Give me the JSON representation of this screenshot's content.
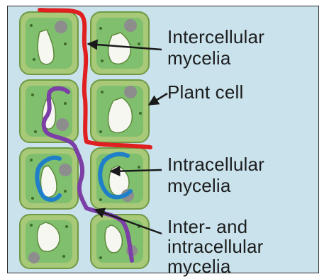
{
  "labels": {
    "intercellular_line1": "Intercellular",
    "intercellular_line2": "mycelia",
    "plant_cell": "Plant cell",
    "intracellular_line1": "Intracellular",
    "intracellular_line2": "mycelia",
    "inter_intra_line1": "Inter- and",
    "inter_intra_line2": "intracellular",
    "inter_intra_line3": "mycelia"
  },
  "colors": {
    "background": "#c9e2ec",
    "cell_wall": "#a8c978",
    "cytoplasm": "#7fbf6e",
    "nucleus": "#8d8d8d",
    "vacuole": "#f7f7f2",
    "intercellular_hypha": "#e02020",
    "combined_hypha": "#7b3fa6",
    "intracellular_hypha": "#1f7fc9",
    "arrow": "#1a1a1a"
  }
}
